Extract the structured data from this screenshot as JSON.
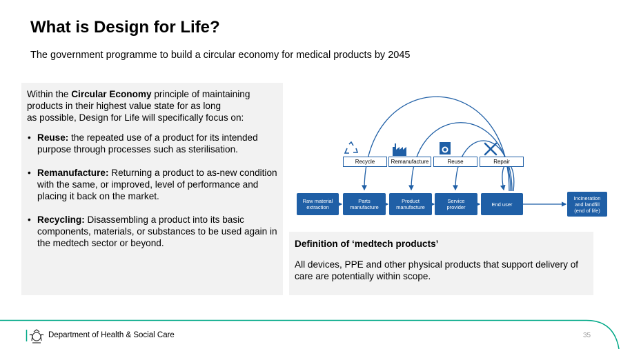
{
  "header": {
    "title": "What is Design for Life?",
    "subtitle": "The government programme to build a circular economy for medical products by 2045"
  },
  "left_panel": {
    "intro_prefix": "Within the ",
    "intro_bold": "Circular Economy",
    "intro_line1_suffix": " principle of maintaining",
    "intro_line2": "products in their highest value state for as long",
    "intro_line3": "as possible, Design for Life will specifically focus on:",
    "bullets": [
      {
        "term": "Reuse:",
        "text": " the repeated use of a product for its intended purpose through processes such as sterilisation."
      },
      {
        "term": "Remanufacture:",
        "text": " Returning a product to as-new condition with the same, or improved, level of performance and placing it back on the market."
      },
      {
        "term": "Recycling:",
        "text": " Disassembling a product into its basic components, materials, or substances to be used again in the medtech sector or beyond."
      }
    ]
  },
  "definition": {
    "title": "Definition of ‘medtech products’",
    "body": "All devices, PPE and other physical products that support delivery of care are potentially within scope."
  },
  "diagram": {
    "loop_labels": [
      "Recycle",
      "Remanufacture",
      "Reuse",
      "Repair"
    ],
    "process": [
      {
        "line1": "Raw material",
        "line2": "extraction"
      },
      {
        "line1": "Parts",
        "line2": "manufacture"
      },
      {
        "line1": "Product",
        "line2": "manufacture"
      },
      {
        "line1": "Service",
        "line2": "provider"
      },
      {
        "line1": "End user",
        "line2": ""
      }
    ],
    "end": {
      "line1": "Incineration",
      "line2": "and landfill",
      "line3": "(end of life)"
    },
    "icons": [
      "recycle-icon",
      "factory-icon",
      "washing-machine-icon",
      "tools-icon"
    ],
    "accent": "#1f5fa6"
  },
  "footer": {
    "department": "Department of Health & Social Care",
    "page_number": "35",
    "line_color": "#00a887"
  }
}
